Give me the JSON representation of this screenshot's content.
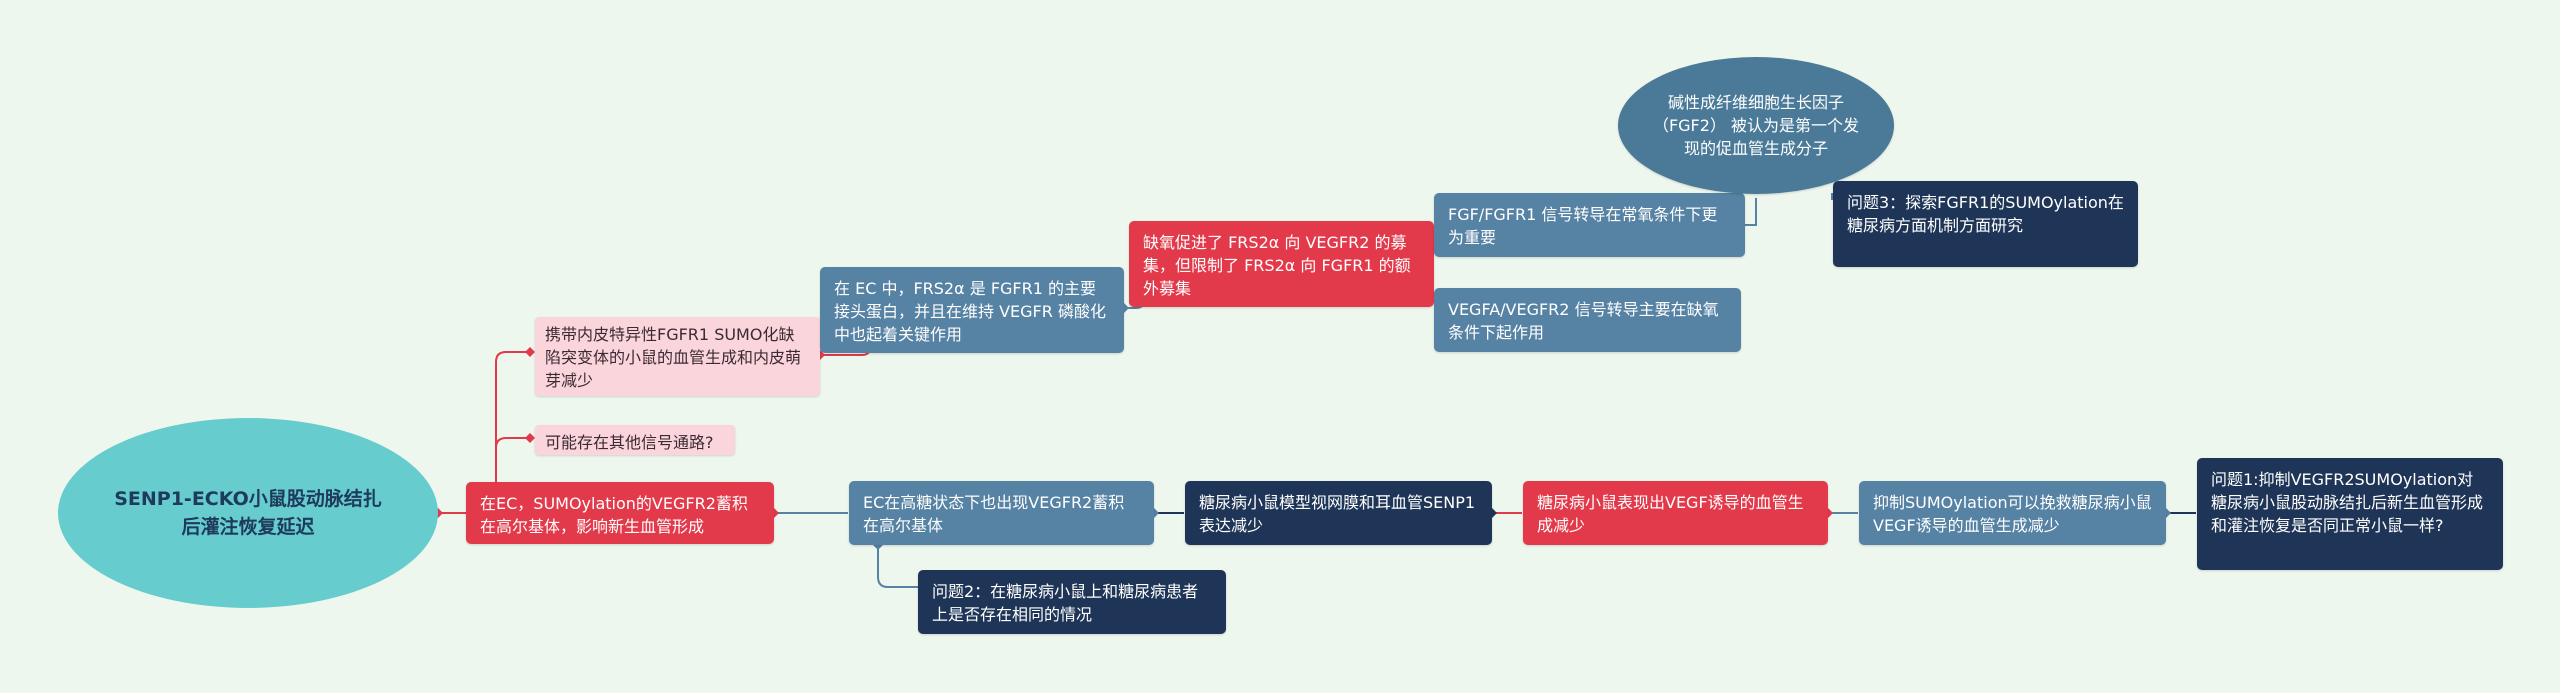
{
  "mindmap": {
    "root": "SENP1-ECKO小鼠股动脉结扎后灌注恢复延迟",
    "nodes": {
      "n1": "在EC，SUMOylation的VEGFR2蓄积在高尔基体，影响新生血管形成",
      "n2": "携带内皮特异性FGFR1 SUMO化缺陷突变体的小鼠的血管生成和内皮萌芽减少",
      "n3": "可能存在其他信号通路?",
      "n4": "在 EC 中，FRS2α 是 FGFR1 的主要接头蛋白，并且在维持 VEGFR 磷酸化中也起着关键作用",
      "n5": "缺氧促进了 FRS2α 向 VEGFR2 的募集，但限制了 FRS2α 向 FGFR1 的额外募集",
      "n6": "FGF/FGFR1 信号转导在常氧条件下更为重要",
      "n7": "VEGFA/VEGFR2 信号转导主要在缺氧条件下起作用",
      "n8": "碱性成纤维细胞生长因子（FGF2） 被认为是第一个发现的促血管生成分子",
      "n9": "问题3：探索FGFR1的SUMOylation在糖尿病方面机制方面研究",
      "n10": "EC在高糖状态下也出现VEGFR2蓄积在高尔基体",
      "n11": "问题2：在糖尿病小鼠上和糖尿病患者上是否存在相同的情况",
      "n12": "糖尿病小鼠模型视网膜和耳血管SENP1表达减少",
      "n13": "糖尿病小鼠表现出VEGF诱导的血管生成减少",
      "n14": "抑制SUMOylation可以挽救糖尿病小鼠VEGF诱导的血管生成减少",
      "n15": "问题1:抑制VEGFR2SUMOylation对糖尿病小鼠股动脉结扎后新生血管形成和灌注恢复是否同正常小鼠一样?"
    },
    "colors": {
      "background": "#eef7ee",
      "root": "#66cccd",
      "red": "#e23a4a",
      "steel": "#5682a4",
      "navy": "#1f3557",
      "pink": "#fbd5dc",
      "link_red": "#e23a4a",
      "link_steel": "#5682a4",
      "link_navy": "#1f3557"
    }
  }
}
